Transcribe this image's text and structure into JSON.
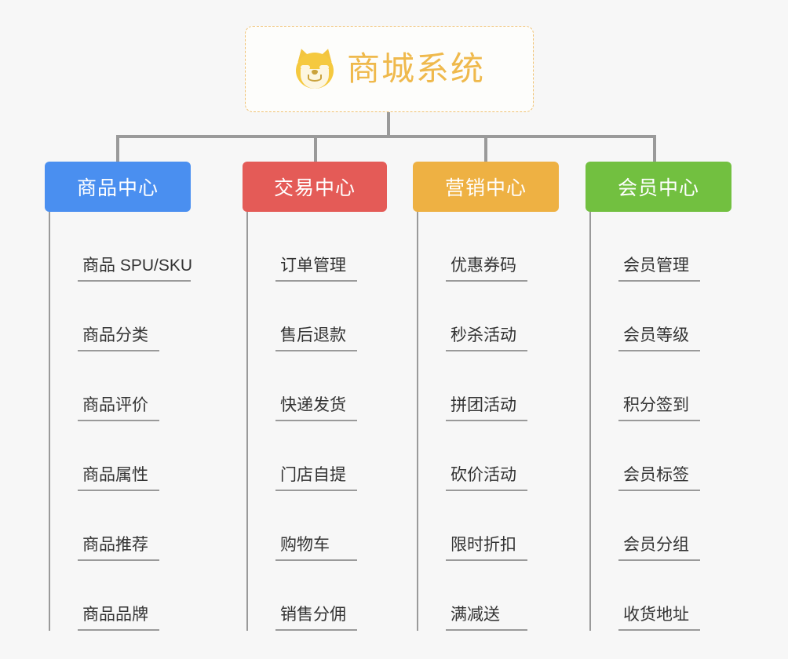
{
  "root": {
    "title": "商城系统",
    "icon": "shiba-dog-face-icon",
    "accent_color": "#efb94c",
    "border_color": "#f0c274"
  },
  "canvas": {
    "background_color": "#f7f7f7",
    "connector_color": "#9a9a9a"
  },
  "columns": [
    {
      "id": "product-center",
      "title": "商品中心",
      "color": "#4a8ff0",
      "items": [
        "商品 SPU/SKU",
        "商品分类",
        "商品评价",
        "商品属性",
        "商品推荐",
        "商品品牌"
      ]
    },
    {
      "id": "trade-center",
      "title": "交易中心",
      "color": "#e45b57",
      "items": [
        "订单管理",
        "售后退款",
        "快递发货",
        "门店自提",
        "购物车",
        "销售分佣"
      ]
    },
    {
      "id": "marketing-center",
      "title": "营销中心",
      "color": "#eeb143",
      "items": [
        "优惠券码",
        "秒杀活动",
        "拼团活动",
        "砍价活动",
        "限时折扣",
        "满减送"
      ]
    },
    {
      "id": "member-center",
      "title": "会员中心",
      "color": "#72c040",
      "items": [
        "会员管理",
        "会员等级",
        "积分签到",
        "会员标签",
        "会员分组",
        "收货地址"
      ]
    }
  ]
}
